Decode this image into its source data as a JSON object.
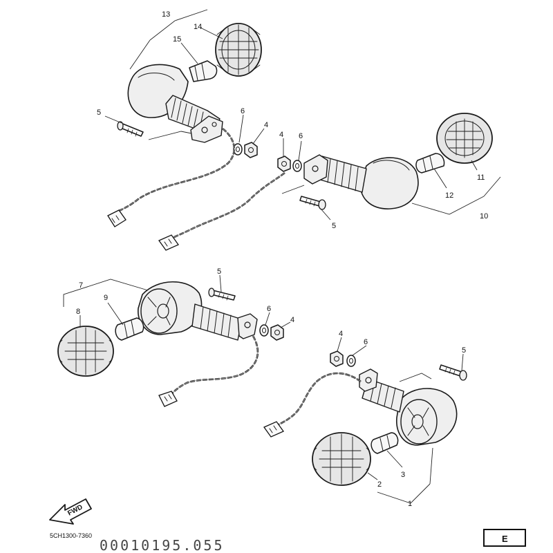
{
  "callouts": [
    {
      "key": "c13",
      "text": "13"
    },
    {
      "key": "c14",
      "text": "14"
    },
    {
      "key": "c15",
      "text": "15"
    },
    {
      "key": "c5a",
      "text": "5"
    },
    {
      "key": "c6a",
      "text": "6"
    },
    {
      "key": "c4a",
      "text": "4"
    },
    {
      "key": "c4b",
      "text": "4"
    },
    {
      "key": "c6b",
      "text": "6"
    },
    {
      "key": "c11",
      "text": "11"
    },
    {
      "key": "c12",
      "text": "12"
    },
    {
      "key": "c5b",
      "text": "5"
    },
    {
      "key": "c10",
      "text": "10"
    },
    {
      "key": "c7",
      "text": "7"
    },
    {
      "key": "c9",
      "text": "9"
    },
    {
      "key": "c8",
      "text": "8"
    },
    {
      "key": "c5c",
      "text": "5"
    },
    {
      "key": "c6c",
      "text": "6"
    },
    {
      "key": "c4c",
      "text": "4"
    },
    {
      "key": "c4d",
      "text": "4"
    },
    {
      "key": "c6d",
      "text": "6"
    },
    {
      "key": "c5d",
      "text": "5"
    },
    {
      "key": "c3",
      "text": "3"
    },
    {
      "key": "c2",
      "text": "2"
    },
    {
      "key": "c1",
      "text": "1"
    }
  ],
  "fwd_label": "FWD",
  "footer": {
    "code": "5CH1300-7360",
    "id": "00010195.055",
    "page_tag": "E"
  }
}
